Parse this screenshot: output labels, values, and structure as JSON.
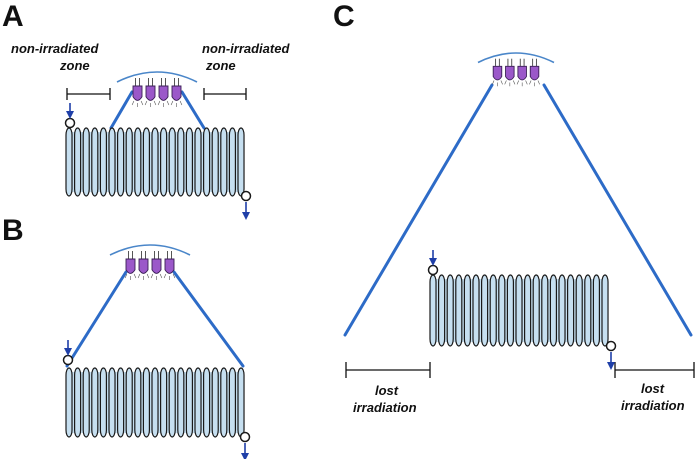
{
  "panels": {
    "a": {
      "label": "A",
      "left_zone": [
        "non-irradiated",
        "zone"
      ],
      "right_zone": [
        "non-irradiated",
        "zone"
      ]
    },
    "b": {
      "label": "B"
    },
    "c": {
      "label": "C",
      "left_zone": [
        "lost",
        "irradiation"
      ],
      "right_zone": [
        "lost",
        "irradiation"
      ]
    }
  },
  "colors": {
    "coil_fill": "#c6dff0",
    "coil_stroke": "#1a1a1a",
    "beam": "#2d6bc7",
    "reflector": "#4a86c9",
    "led_body": "#9b58c9",
    "flow_arrow": "#1f3fa8"
  },
  "icons": [
    "led-array-icon",
    "flow-arrow-icon",
    "coil-icon"
  ]
}
